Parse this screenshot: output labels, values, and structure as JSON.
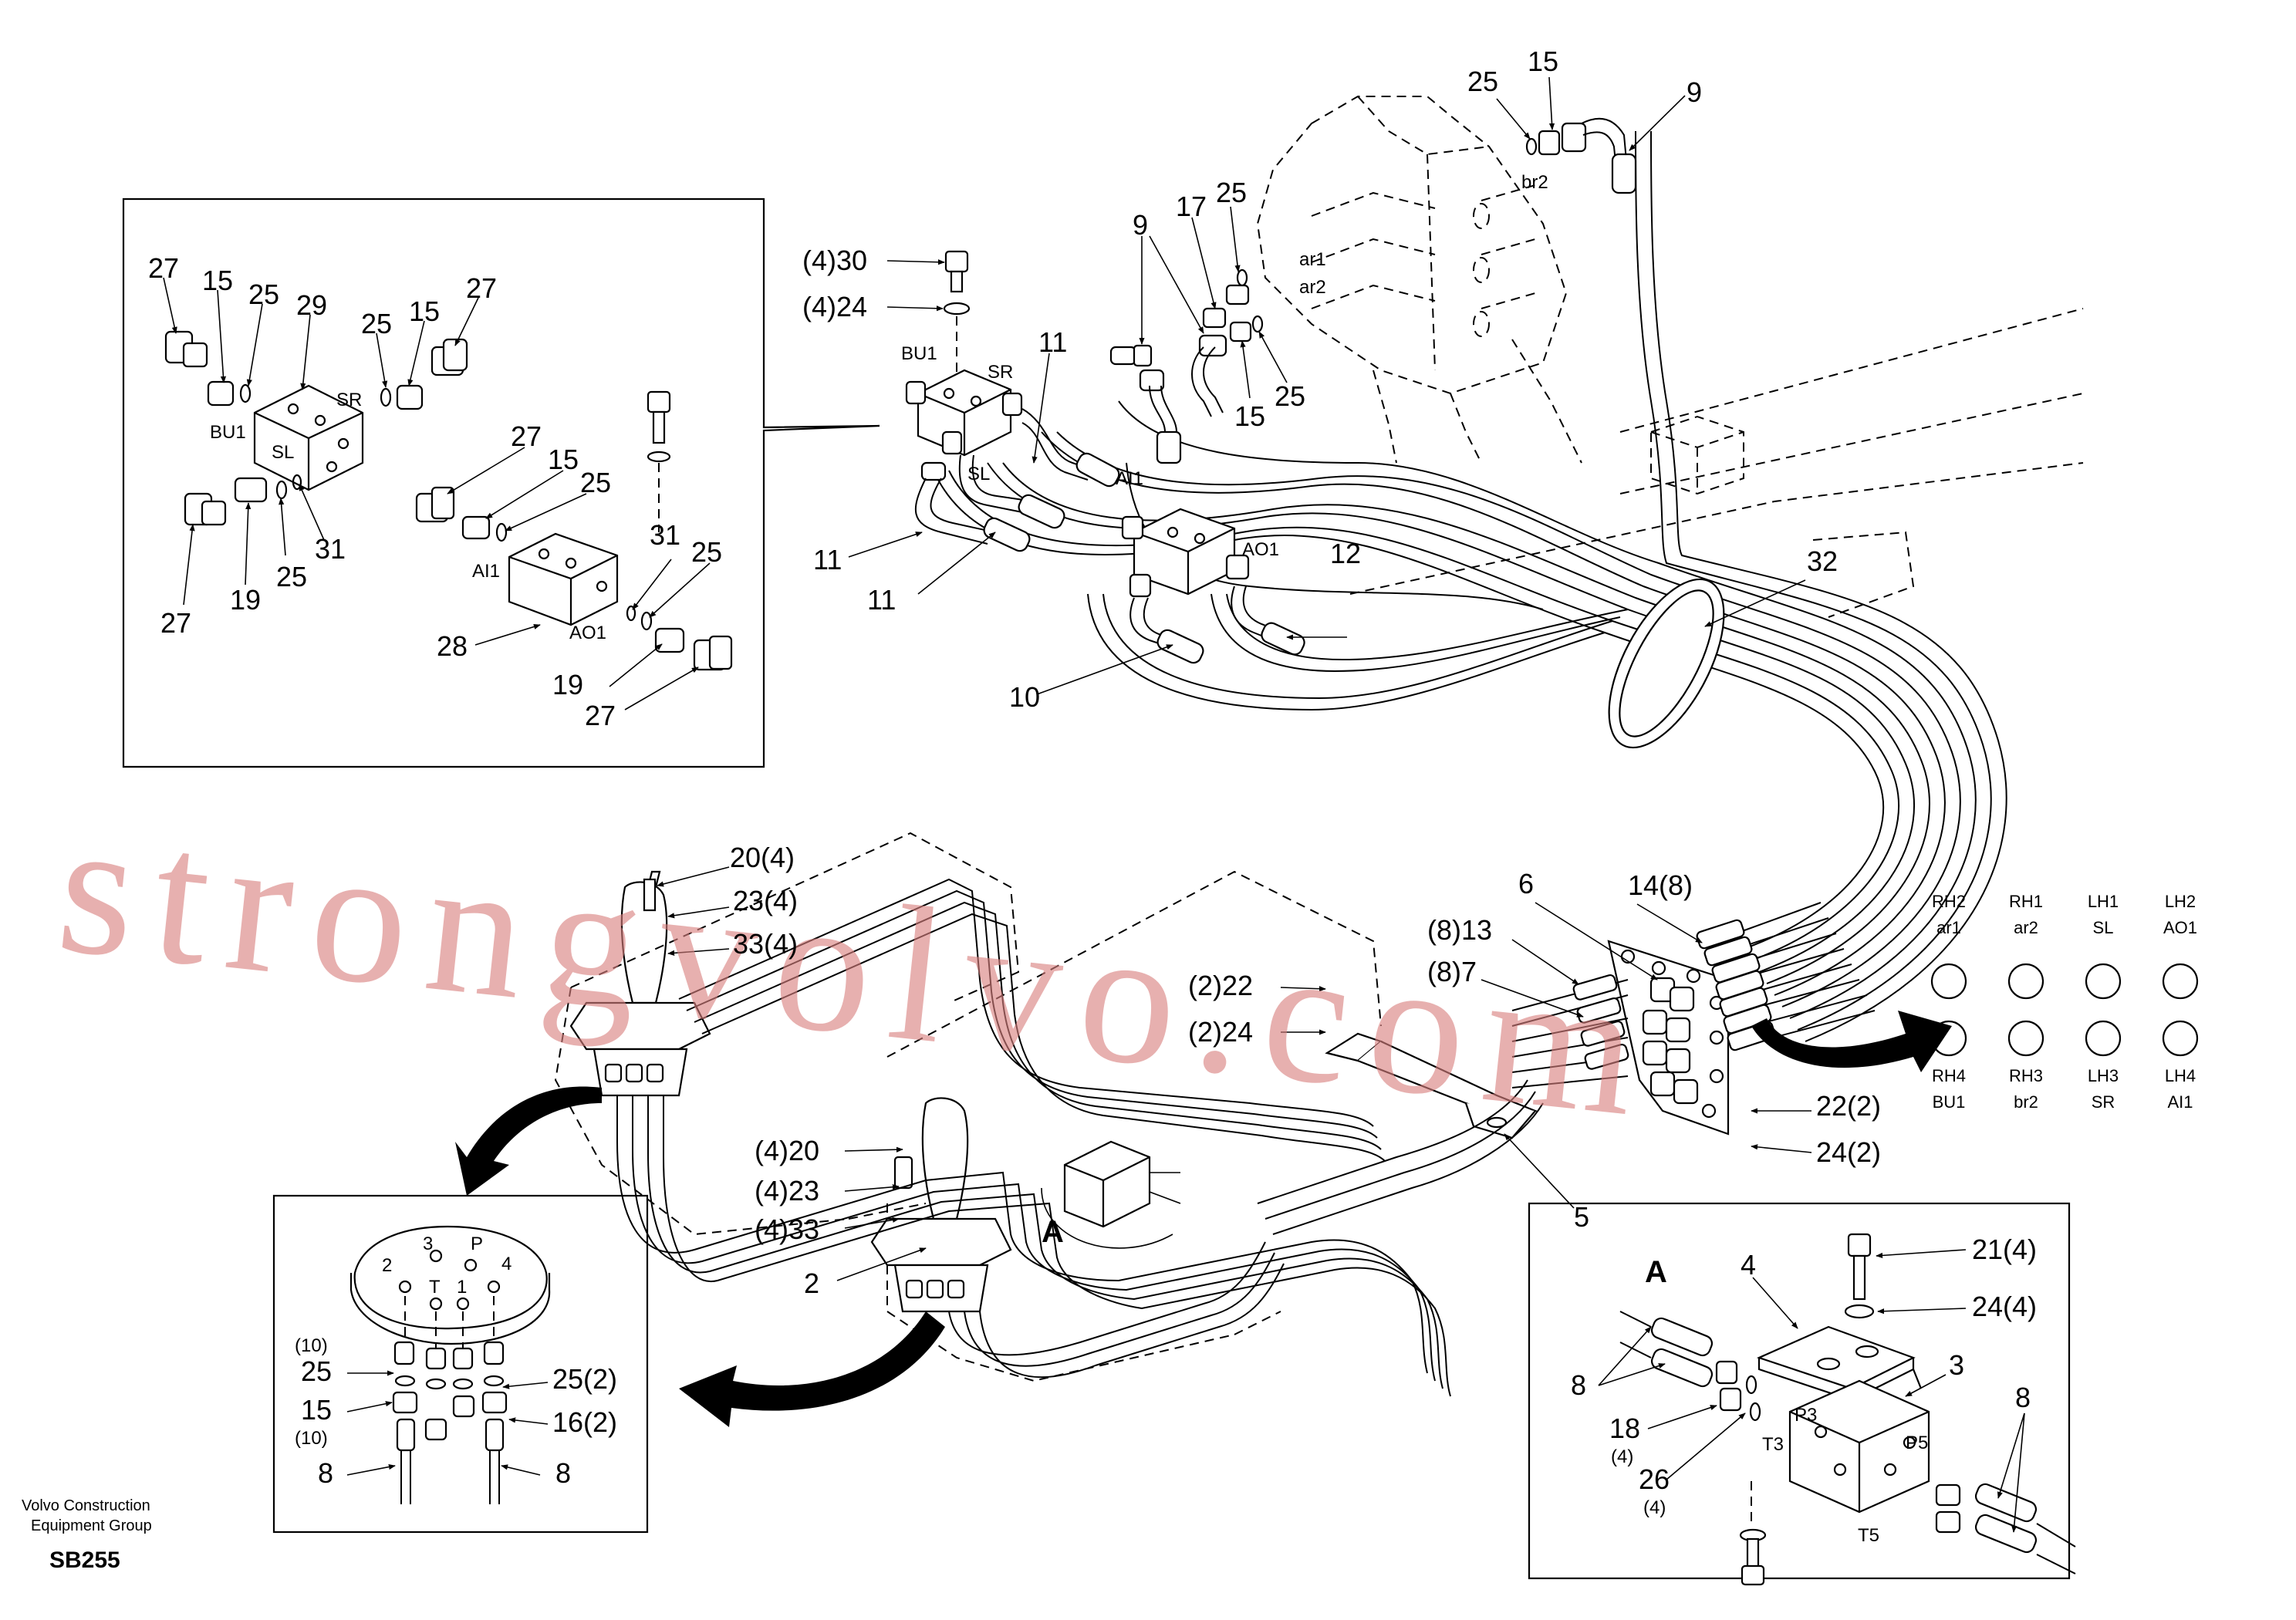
{
  "document": {
    "company_line1": "Volvo Construction",
    "company_line2": "Equipment Group",
    "code": "SB255",
    "watermark": "strongvolvo.com"
  },
  "detail_top": {
    "labels": {
      "c27a": "27",
      "c15a": "15",
      "c25a": "25",
      "c29": "29",
      "c25b": "25",
      "c15b": "15",
      "c27b": "27",
      "bu1": "BU1",
      "sr": "SR",
      "sl": "SL",
      "c27c": "27",
      "c15c": "15",
      "c25c": "25",
      "c31a": "31",
      "c19a": "19",
      "c25d": "25",
      "c27d": "27",
      "ai1": "AI1",
      "ao1": "AO1",
      "c28": "28",
      "c31b": "31",
      "c25e": "25",
      "c19b": "19",
      "c27e": "27"
    }
  },
  "main_top": {
    "labels": {
      "c30": "(4)30",
      "c24": "(4)24",
      "bu1": "BU1",
      "sr": "SR",
      "sl": "SL",
      "c11a": "11",
      "c11b": "11",
      "c11c": "11",
      "c9a": "9",
      "c17": "17",
      "c25a": "25",
      "c15a": "15",
      "c25b": "25",
      "c25c": "25",
      "c15b": "15",
      "br2": "br2",
      "c9b": "9",
      "ar1": "ar1",
      "ar2": "ar2",
      "ai1": "AI1",
      "ao1": "AO1",
      "c12": "12",
      "c10": "10",
      "c32": "32"
    }
  },
  "main_mid": {
    "labels": {
      "c20a": "20(4)",
      "c23a": "23(4)",
      "c33a": "33(4)",
      "c14": "14(8)",
      "c6": "6",
      "c13": "(8)13",
      "c7": "(8)7",
      "c22a": "(2)22",
      "c24a": "(2)24",
      "c20b": "(4)20",
      "c23b": "(4)23",
      "c33b": "(4)33",
      "c2": "2",
      "a": "A",
      "c22b": "22(2)",
      "c24b": "24(2)",
      "c5": "5"
    }
  },
  "port_table": {
    "cells": [
      {
        "top": "RH2",
        "bottom": "ar1"
      },
      {
        "top": "RH1",
        "bottom": "ar2"
      },
      {
        "top": "LH1",
        "bottom": "SL"
      },
      {
        "top": "LH2",
        "bottom": "AO1"
      },
      {
        "top": "RH4",
        "bottom": "BU1"
      },
      {
        "top": "RH3",
        "bottom": "br2"
      },
      {
        "top": "LH3",
        "bottom": "SR"
      },
      {
        "top": "LH4",
        "bottom": "AI1"
      }
    ]
  },
  "detail_bottom_left": {
    "labels": {
      "p2": "2",
      "p3": "3",
      "pp": "P",
      "p4": "4",
      "pt": "T",
      "p1": "1",
      "c10a": "(10)",
      "c25": "25",
      "c15": "15",
      "c10b": "(10)",
      "c8a": "8",
      "c25r": "25(2)",
      "c16": "16(2)",
      "c8b": "8"
    }
  },
  "detail_a": {
    "labels": {
      "title": "A",
      "c4": "4",
      "c21": "21(4)",
      "c24": "24(4)",
      "c3": "3",
      "c8a": "8",
      "c18": "18",
      "c18n": "(4)",
      "c26": "26",
      "c26n": "(4)",
      "p3": "P3",
      "t3": "T3",
      "p5": "P5",
      "t5": "T5",
      "c8b": "8"
    }
  }
}
